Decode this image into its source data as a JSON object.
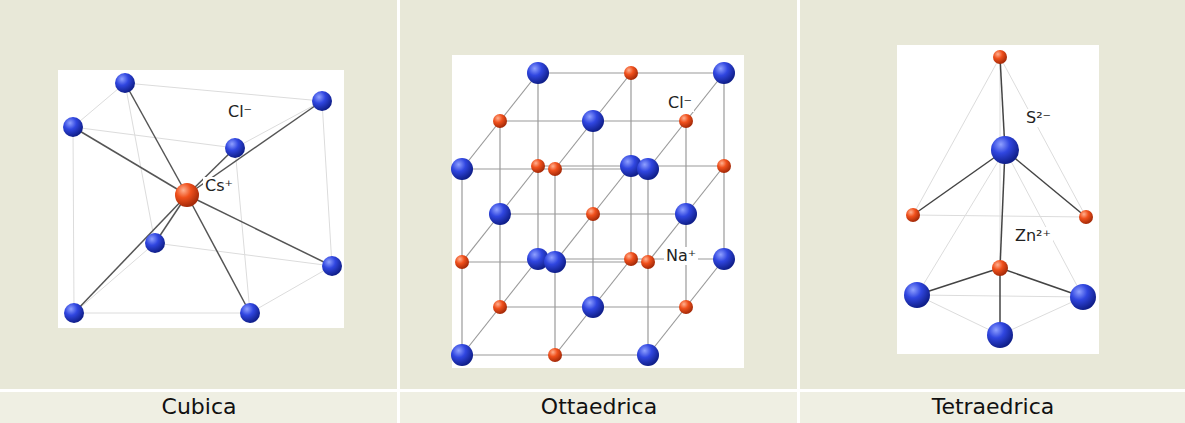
{
  "diagram": {
    "labels": [
      "Cl⁻",
      "Cs⁺",
      "Cl⁻",
      "Na⁺",
      "S²⁻",
      "Zn²⁺",
      "Cubica",
      "Ottaedrica",
      "Tetraedrica"
    ]
  }
}
